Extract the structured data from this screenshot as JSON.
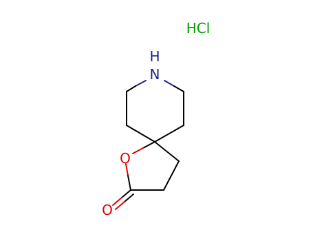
{
  "structure": {
    "atoms": {
      "nitrogen": "N",
      "nitrogen_hydrogen": "H",
      "ring_oxygen": "O",
      "carbonyl_oxygen": "O"
    },
    "salt": "HCl"
  },
  "colors": {
    "bond": "#000000",
    "nitrogen": "#1f1f8f",
    "oxygen": "#e00000",
    "salt": "#00a000"
  }
}
